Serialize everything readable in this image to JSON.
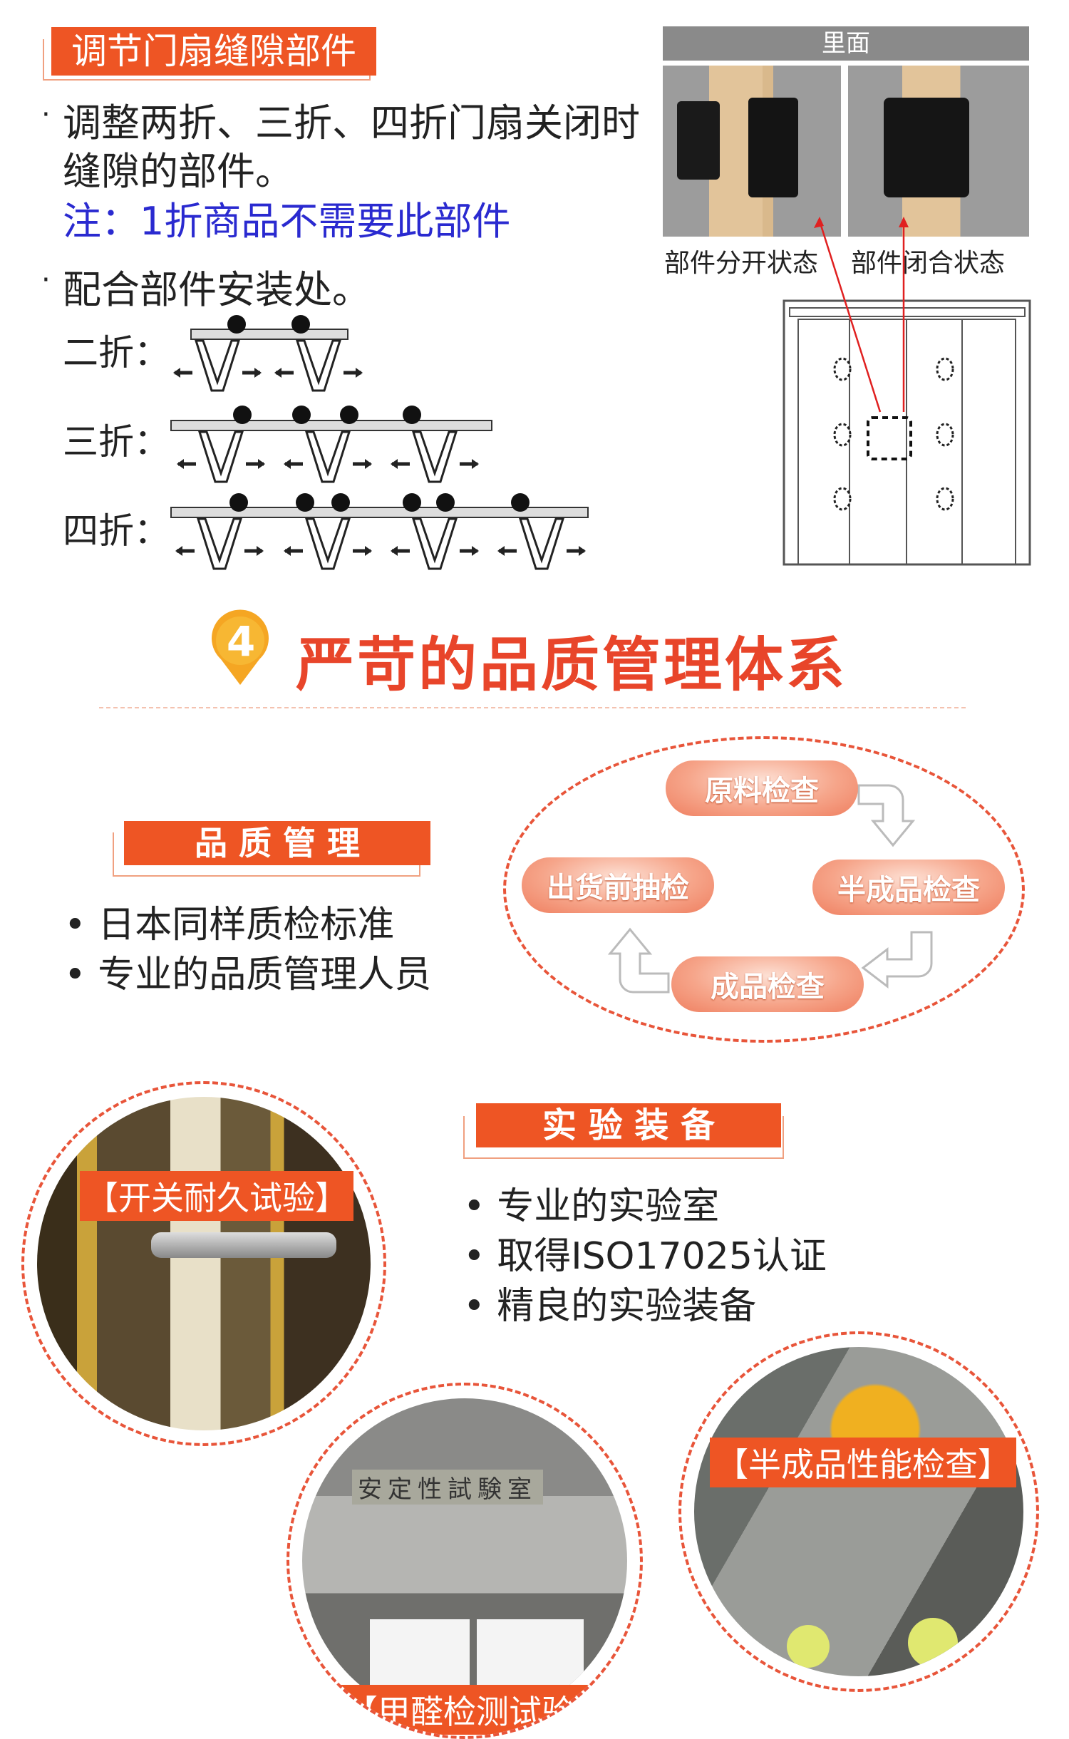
{
  "part": {
    "title": "调节门扇缝隙部件",
    "bullet1_line1": "调整两折、三折、四折门扇关闭时",
    "bullet1_line2": "缝隙的部件。",
    "note": "注：1折商品不需要此部件",
    "bullet2": "配合部件安装处。",
    "folds": [
      "二折：",
      "三折：",
      "四折："
    ],
    "photo_header": "里面",
    "caption_open": "部件分开状态",
    "caption_closed": "部件闭合状态",
    "note_color": "#2a2ad0"
  },
  "section4": {
    "number": "4",
    "title": "严苛的品质管理体系"
  },
  "quality": {
    "title": "品 质 管 理",
    "bullets": [
      "日本同样质检标准",
      "专业的品质管理人员"
    ],
    "cycle": [
      "原料检查",
      "半成品检查",
      "成品检查",
      "出货前抽检"
    ]
  },
  "lab": {
    "title": "实 验 装 备",
    "bullets": [
      "专业的实验室",
      "取得ISO17025认证",
      "精良的实验装备"
    ],
    "photos": [
      {
        "caption": "【开关耐久试验】"
      },
      {
        "caption": "【甲醛检测试验】",
        "sign": "安定性試験室"
      },
      {
        "caption": "【半成品性能检查】"
      }
    ]
  },
  "colors": {
    "accent": "#ee5524",
    "dashed": "#e8553a"
  }
}
